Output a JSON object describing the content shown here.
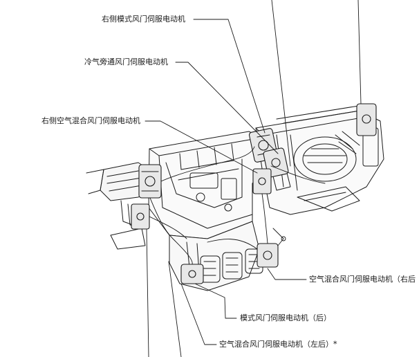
{
  "labels": {
    "right_mode_door_servo": "右侧模式风门伺服电动机",
    "cool_bypass_door_servo": "冷气旁通风门伺服电动机",
    "right_air_mix_door_servo": "右侧空气混合风门伺服电动机",
    "air_mix_door_servo_right_rear": "空气混合风门伺服电动机（右后",
    "mode_door_servo_rear": "模式风门伺服电动机（后）",
    "air_mix_door_servo_left_rear": "空气混合风门伺服电动机（左后）*"
  },
  "colors": {
    "line": "#1a1a1a",
    "background": "#ffffff"
  }
}
